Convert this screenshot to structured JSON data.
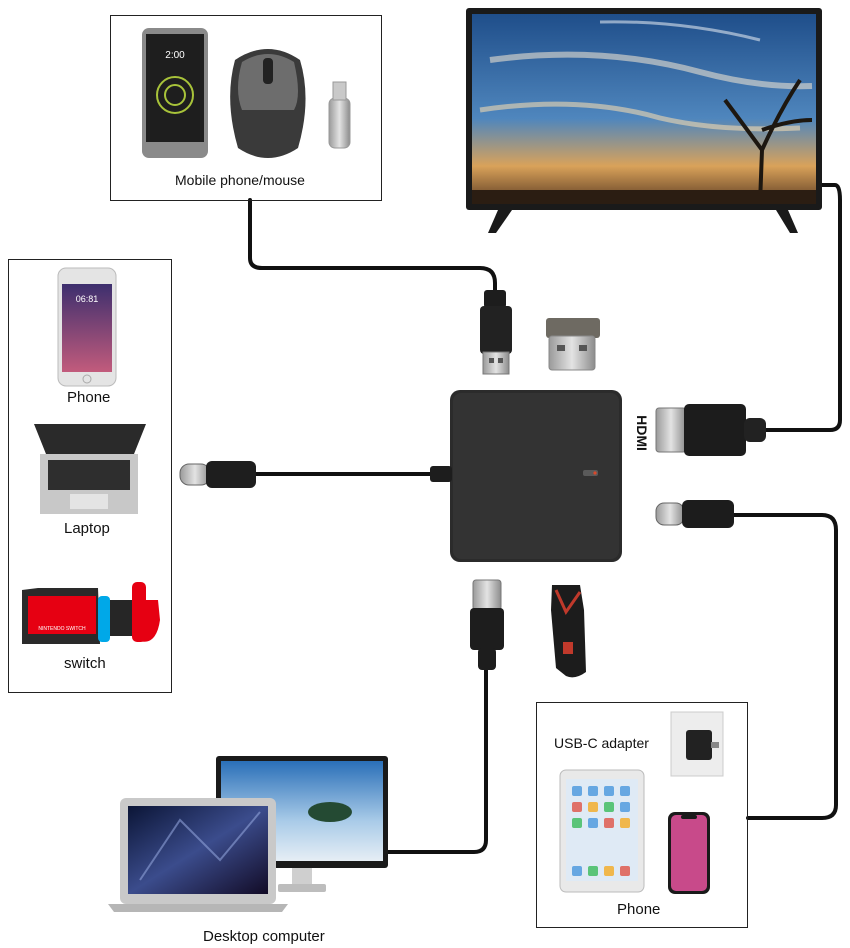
{
  "labels": {
    "mobile_phone_mouse": "Mobile phone/mouse",
    "phone_left": "Phone",
    "laptop": "Laptop",
    "switch": "switch",
    "hdmi": "HDMI",
    "usbc_adapter": "USB-C adapter",
    "phone_right": "Phone",
    "desktop_computer": "Desktop computer"
  },
  "device_screens": {
    "phone_clock": "2:00",
    "iphone_clock": "06:81",
    "switch_text": "NINTENDO SWITCH"
  },
  "colors": {
    "cable": "#111111",
    "hub": "#2a2a2a",
    "led": "#d9482b",
    "switch_red": "#e60012",
    "switch_blue": "#00a8e8"
  }
}
